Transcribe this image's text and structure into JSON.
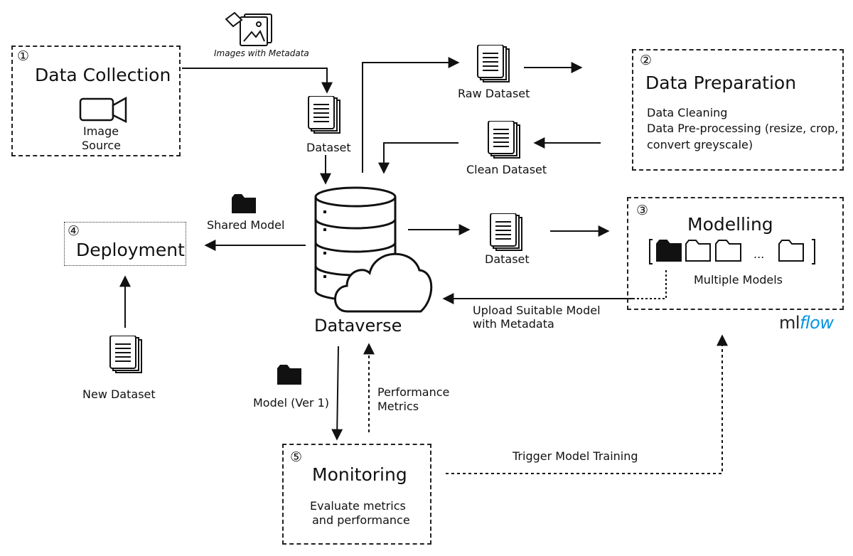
{
  "stages": {
    "collection": {
      "num": "①",
      "title": "Data Collection",
      "source_line1": "Image",
      "source_line2": "Source"
    },
    "preparation": {
      "num": "②",
      "title": "Data Preparation",
      "line1": "Data Cleaning",
      "line2": "Data Pre-processing (resize, crop,",
      "line3": "convert greyscale)"
    },
    "modelling": {
      "num": "③",
      "title": "Modelling",
      "models_label": "Multiple Models",
      "ellipsis": "..."
    },
    "deployment": {
      "num": "④",
      "title": "Deployment"
    },
    "monitoring": {
      "num": "⑤",
      "title": "Monitoring",
      "line1": "Evaluate metrics",
      "line2": "and performance"
    }
  },
  "hub": {
    "label": "Dataverse"
  },
  "labels": {
    "images_meta": "Images with Metadata",
    "dataset_top": "Dataset",
    "raw_dataset": "Raw Dataset",
    "clean_dataset": "Clean Dataset",
    "dataset_mid": "Dataset",
    "shared_model": "Shared Model",
    "new_dataset": "New Dataset",
    "upload_line1": "Upload Suitable Model",
    "upload_line2": "with Metadata",
    "model_v1": "Model (Ver 1)",
    "perf_line1": "Performance",
    "perf_line2": "Metrics",
    "trigger": "Trigger Model Training"
  },
  "logo": {
    "part1": "ml",
    "part2": "flow"
  },
  "colors": {
    "line": "#111111",
    "logo_blue": "#0194e2"
  }
}
